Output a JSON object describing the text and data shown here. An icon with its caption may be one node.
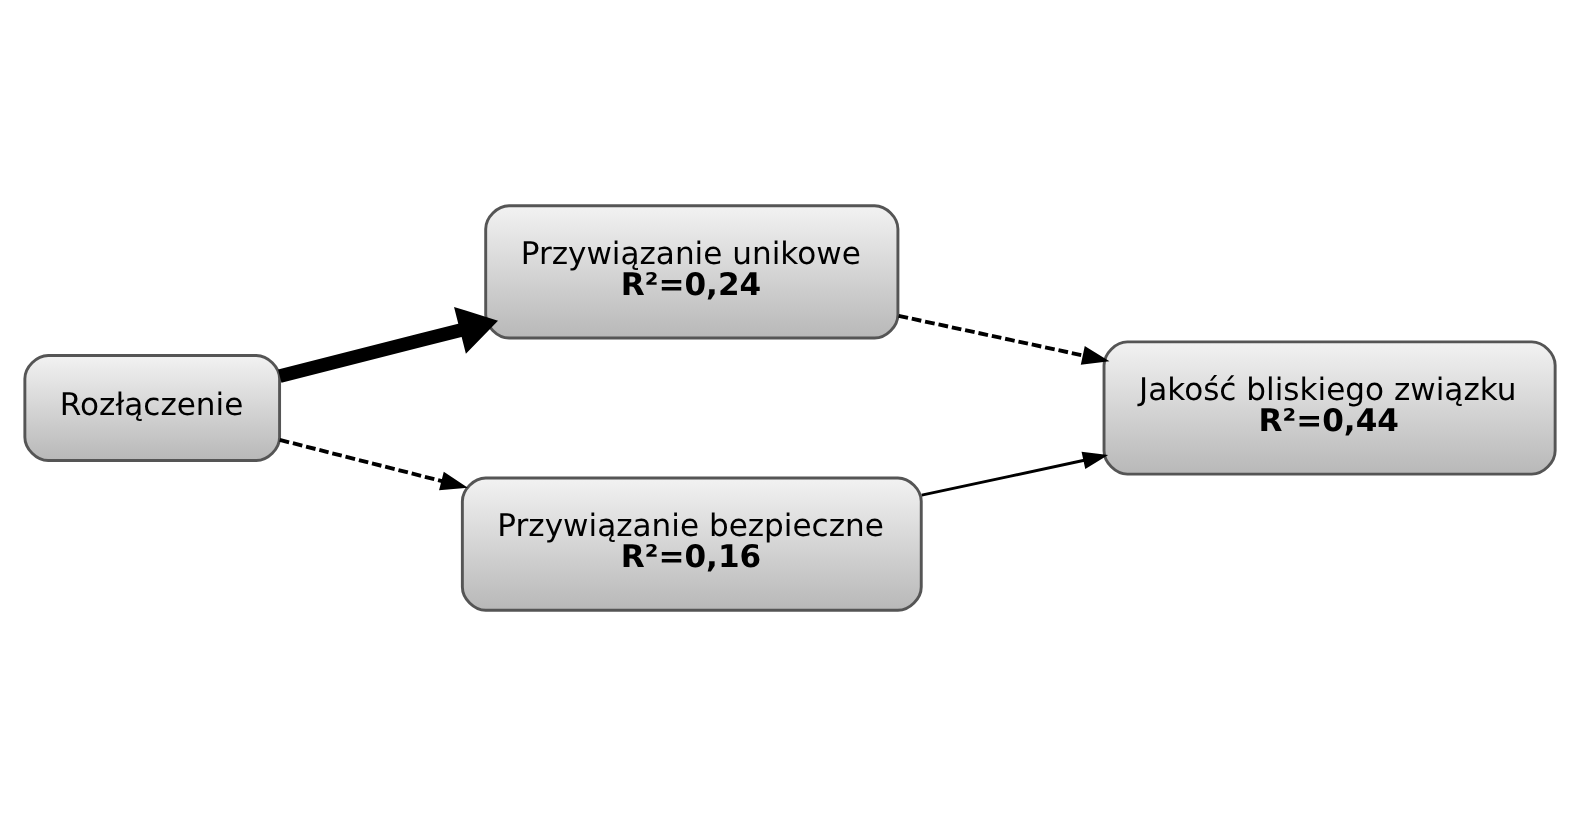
{
  "diagram": {
    "nodes": [
      {
        "text": [
          "Rozłączenie"
        ]
      },
      {
        "text": [
          "Przywiązanie unikowe",
          "R²=0,24"
        ]
      },
      {
        "text": [
          "Przywiązanie bezpieczne",
          "R²=0,16"
        ]
      },
      {
        "text": [
          "Jakość bliskiego związku",
          "R²=0,44"
        ]
      }
    ],
    "edges": [
      {
        "from": 0,
        "to": 1,
        "arrow": "to",
        "style": "thick"
      },
      {
        "from": 0,
        "to": 2,
        "arrow": "to",
        "style": "dashed"
      },
      {
        "from": 1,
        "to": 3,
        "arrow": "to",
        "style": "dashed"
      },
      {
        "from": 2,
        "to": 3,
        "arrow": "to"
      }
    ]
  }
}
